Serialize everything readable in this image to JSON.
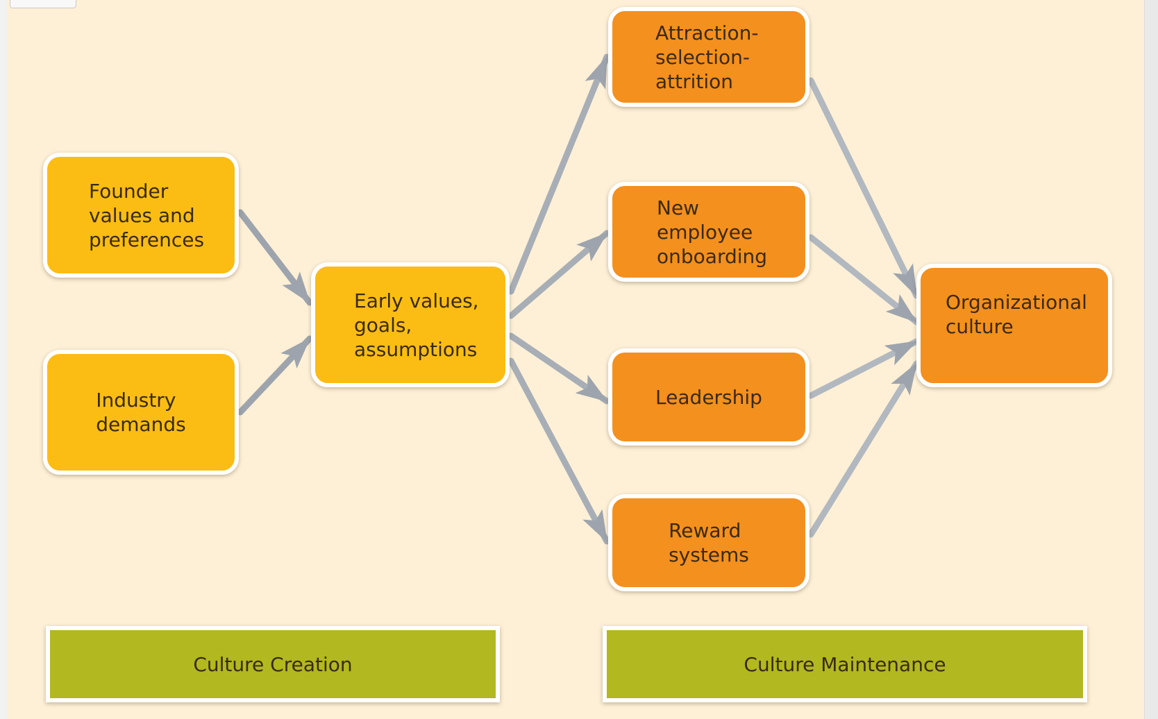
{
  "diagram": {
    "nodes": [
      {
        "id": "founder",
        "label": "Founder\nvalues and\npreferences"
      },
      {
        "id": "industry",
        "label": "Industry\ndemands"
      },
      {
        "id": "early",
        "label": "Early values,\ngoals,\nassumptions"
      },
      {
        "id": "asa",
        "label": "Attraction-\nselection-\nattrition"
      },
      {
        "id": "onboarding",
        "label": "New\nemployee\nonboarding"
      },
      {
        "id": "leadership",
        "label": "Leadership"
      },
      {
        "id": "reward",
        "label": "Reward\nsystems"
      },
      {
        "id": "org",
        "label": "Organizational\nculture"
      }
    ],
    "phases": [
      {
        "id": "creation",
        "label": "Culture Creation"
      },
      {
        "id": "maintenance",
        "label": "Culture Maintenance"
      }
    ],
    "edges": [
      {
        "from": "founder",
        "to": "early"
      },
      {
        "from": "industry",
        "to": "early"
      },
      {
        "from": "early",
        "to": "asa"
      },
      {
        "from": "early",
        "to": "onboarding"
      },
      {
        "from": "early",
        "to": "leadership"
      },
      {
        "from": "early",
        "to": "reward"
      },
      {
        "from": "asa",
        "to": "org"
      },
      {
        "from": "onboarding",
        "to": "org"
      },
      {
        "from": "leadership",
        "to": "org"
      },
      {
        "from": "reward",
        "to": "org"
      }
    ],
    "colors": {
      "background": "#fdf0d6",
      "creation_box": "#fbbd14",
      "maintenance_box": "#f4901e",
      "phase_band": "#b2b81f",
      "arrow": "#9ea4ad",
      "box_border": "#ffffff"
    }
  }
}
